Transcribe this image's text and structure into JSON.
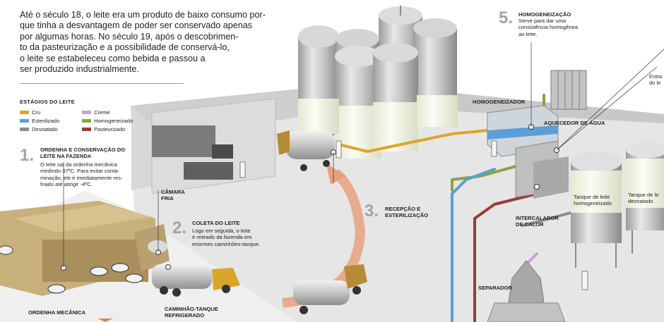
{
  "intro": {
    "line1": "Até o século 18, o leite era um produto de baixo consumo por-",
    "line2": "que tinha a desvantagem de poder ser conservado apenas",
    "line3": "por algumas horas. No século 19, após o descobrimen-",
    "line4": "to da pasteurização e a possibilidade de conservá-lo,",
    "line5": "o leite se estabeleceu como bebida e passou a",
    "line6": "ser produzido industrialmente."
  },
  "legend": {
    "title": "ESTÁGIOS DO LEITE",
    "items": [
      {
        "label": "Cru",
        "color": "#d9a62a"
      },
      {
        "label": "Esterilizado",
        "color": "#5a9fd6"
      },
      {
        "label": "Desnatado",
        "color": "#8c8c8c"
      },
      {
        "label": "Creme",
        "color": "#c9a3d6"
      },
      {
        "label": "Homogeneizado",
        "color": "#8ba33a"
      },
      {
        "label": "Pasteurizado",
        "color": "#9c3a3a"
      }
    ]
  },
  "steps": {
    "s1": {
      "num": "1.",
      "title1": "ORDENHA E CONSERVAÇÃO DO",
      "title2": "LEITE NA FAZENDA",
      "b1": "O leite sai da ordenha mecânica",
      "b2": "medindo 37ºC. Para evitar conta-",
      "b3": "minação, ele é imediatamente res-",
      "b4": "friado até atingir -4ºC."
    },
    "s2": {
      "num": "2.",
      "title": "COLETA DO LEITE",
      "b1": "Logo em seguida, o leite",
      "b2": "é retirado da fazenda em",
      "b3": "enormes caminhões-tanque."
    },
    "s3": {
      "num": "3.",
      "title1": "RECEPÇÃO E",
      "title2": "ESTERILIZAÇÃO"
    },
    "s5": {
      "num": "5.",
      "title": "HOMOGENEIZAÇÃO",
      "b1": "Serve para dar uma",
      "b2": "consistência homogênea",
      "b3": "ao leite."
    }
  },
  "labels": {
    "camara1": "CÂMARA",
    "camara2": "FRIA",
    "ordenha": "ORDENHA MECÂNICA",
    "caminhao1": "CAMINHÃO-TANQUE",
    "caminhao2": "REFRIGERADO",
    "homogeneizador": "HOMOGENEIZADOR",
    "aquecedor": "AQUECEDOR DE ÁGUA",
    "intercalador1": "INTERCALADOR",
    "intercalador2": "DE CALOR",
    "separador": "SEPARADOR",
    "tanqueHom1": "Tanque de leite",
    "tanqueHom2": "homogeneizado",
    "tanqueDes1": "Tanque de le",
    "tanqueDes2": "desnatado",
    "entrada1": "Entra",
    "entrada2": "do le"
  },
  "colors": {
    "raw": "#d9a62a",
    "sterilized": "#5a9fd6",
    "skimmed": "#8c8c8c",
    "cream": "#c9a3d6",
    "homogenized": "#8ba33a",
    "pasteurized": "#9c3a3a",
    "arrow": "#e8a07c",
    "floor": "#e4e4e4",
    "barn": "#b9a071"
  }
}
